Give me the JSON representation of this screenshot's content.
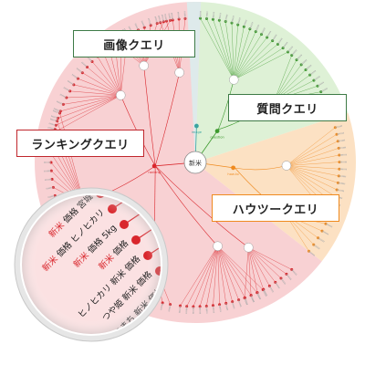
{
  "center": {
    "label": "新米"
  },
  "categories": [
    {
      "id": "image",
      "label": "Image",
      "callout": "画像クエリ",
      "color": "#3aa3a0"
    },
    {
      "id": "question",
      "label": "Question",
      "callout": "質問クエリ",
      "color": "#3d9a2e"
    },
    {
      "id": "howto",
      "label": "How-to",
      "callout": "ハウツークエリ",
      "color": "#ef8a1f"
    },
    {
      "id": "ranking",
      "label": "Ranking",
      "callout": "ランキングクエリ",
      "color": "#d9262c"
    }
  ],
  "howto_label": "How to",
  "magnifier_items": [
    {
      "highlight": "新米",
      "rest": " 価格 宮城"
    },
    {
      "highlight": "新米",
      "rest": " 価格 ヒノヒカリ"
    },
    {
      "highlight": "新米",
      "rest": " 価格 5kg"
    },
    {
      "highlight": "新米",
      "rest": " 価格"
    },
    {
      "highlight": "",
      "rest": "ヒノヒカリ 新米 価格"
    },
    {
      "highlight": "",
      "rest": "つや姫 新米 価格"
    },
    {
      "highlight": "",
      "rest": "こまち 新米 価格"
    }
  ],
  "colors": {
    "ranking_sector": "#f7c9cb",
    "image_sector": "#d9efef",
    "question_sector": "#d8eecf",
    "howto_sector": "#fbdcb8",
    "red": "#d9262c",
    "green": "#3d9a2e",
    "orange": "#ef8a1f",
    "teal": "#3aa3a0"
  }
}
